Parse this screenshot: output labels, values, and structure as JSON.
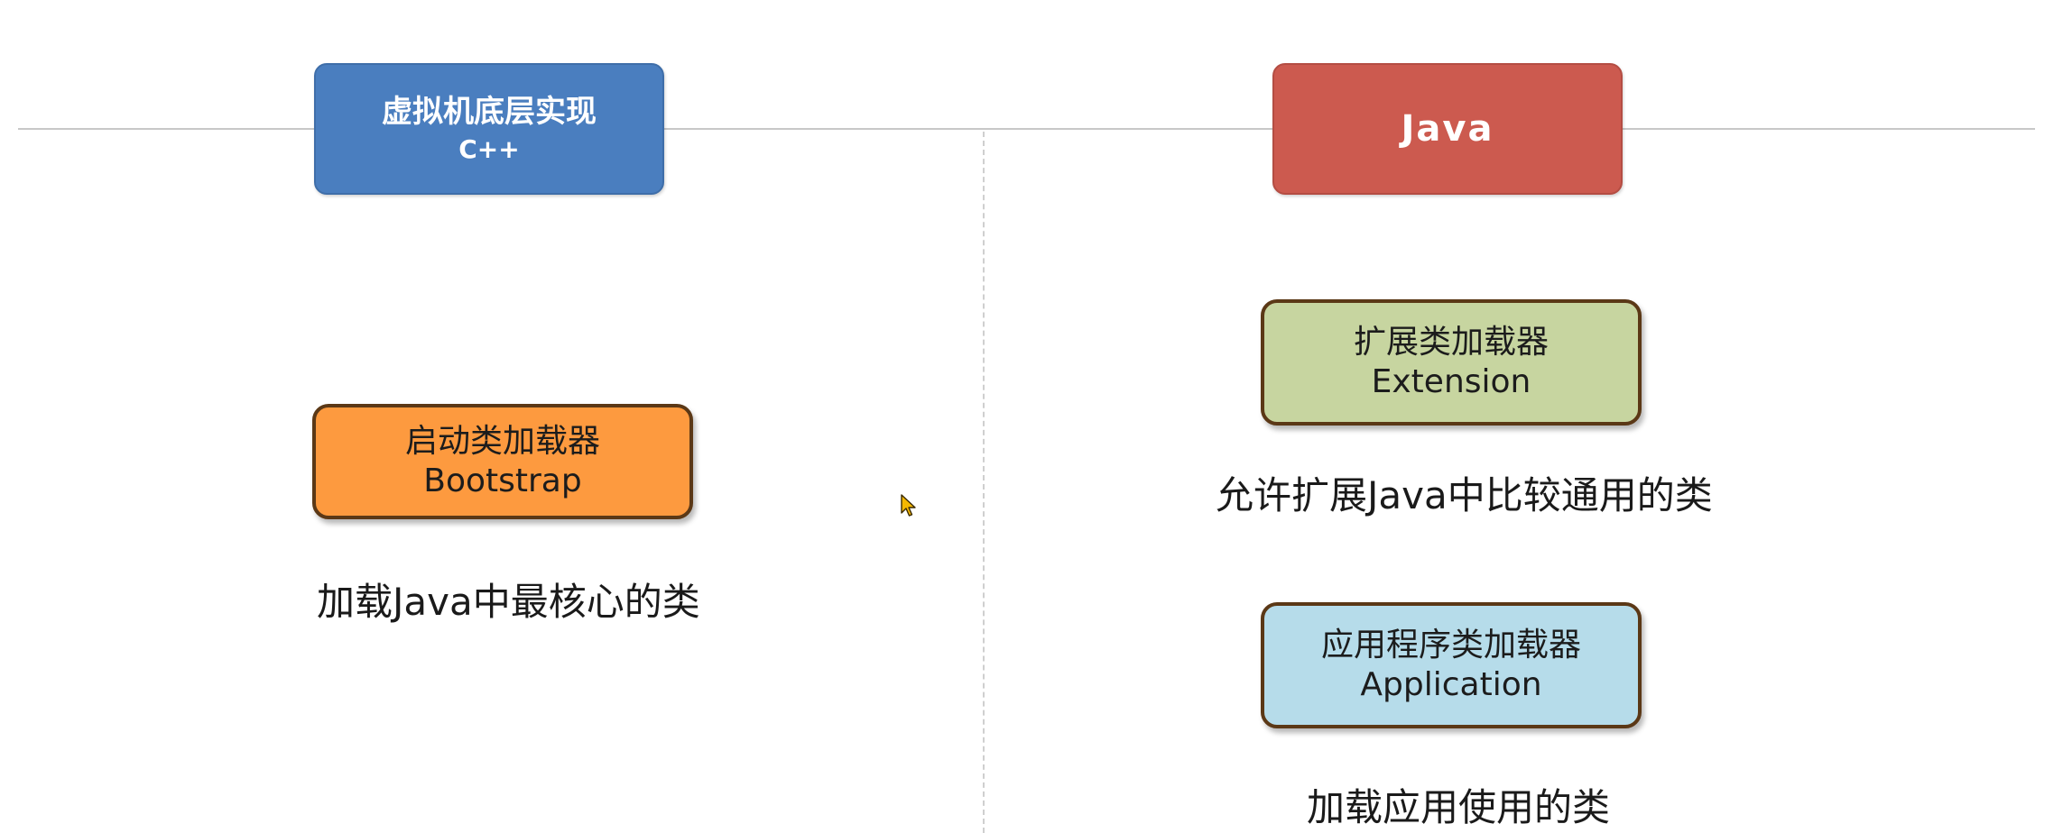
{
  "headers": {
    "native": {
      "line1": "虚拟机底层实现",
      "line2": "C++",
      "color": "#4a7ebf"
    },
    "java": {
      "line1": "Java",
      "color": "#cc5a4f"
    }
  },
  "loaders": {
    "bootstrap": {
      "name_cn": "启动类加载器",
      "name_en": "Bootstrap",
      "desc": "加载Java中最核心的类",
      "color": "#fd9a3f"
    },
    "extension": {
      "name_cn": "扩展类加载器",
      "name_en": "Extension",
      "desc": "允许扩展Java中比较通用的类",
      "color": "#c7d5a0"
    },
    "application": {
      "name_cn": "应用程序类加载器",
      "name_en": "Application",
      "desc": "加载应用使用的类",
      "color": "#b6dcea"
    }
  },
  "icons": {
    "cursor": "mouse-pointer-icon"
  }
}
